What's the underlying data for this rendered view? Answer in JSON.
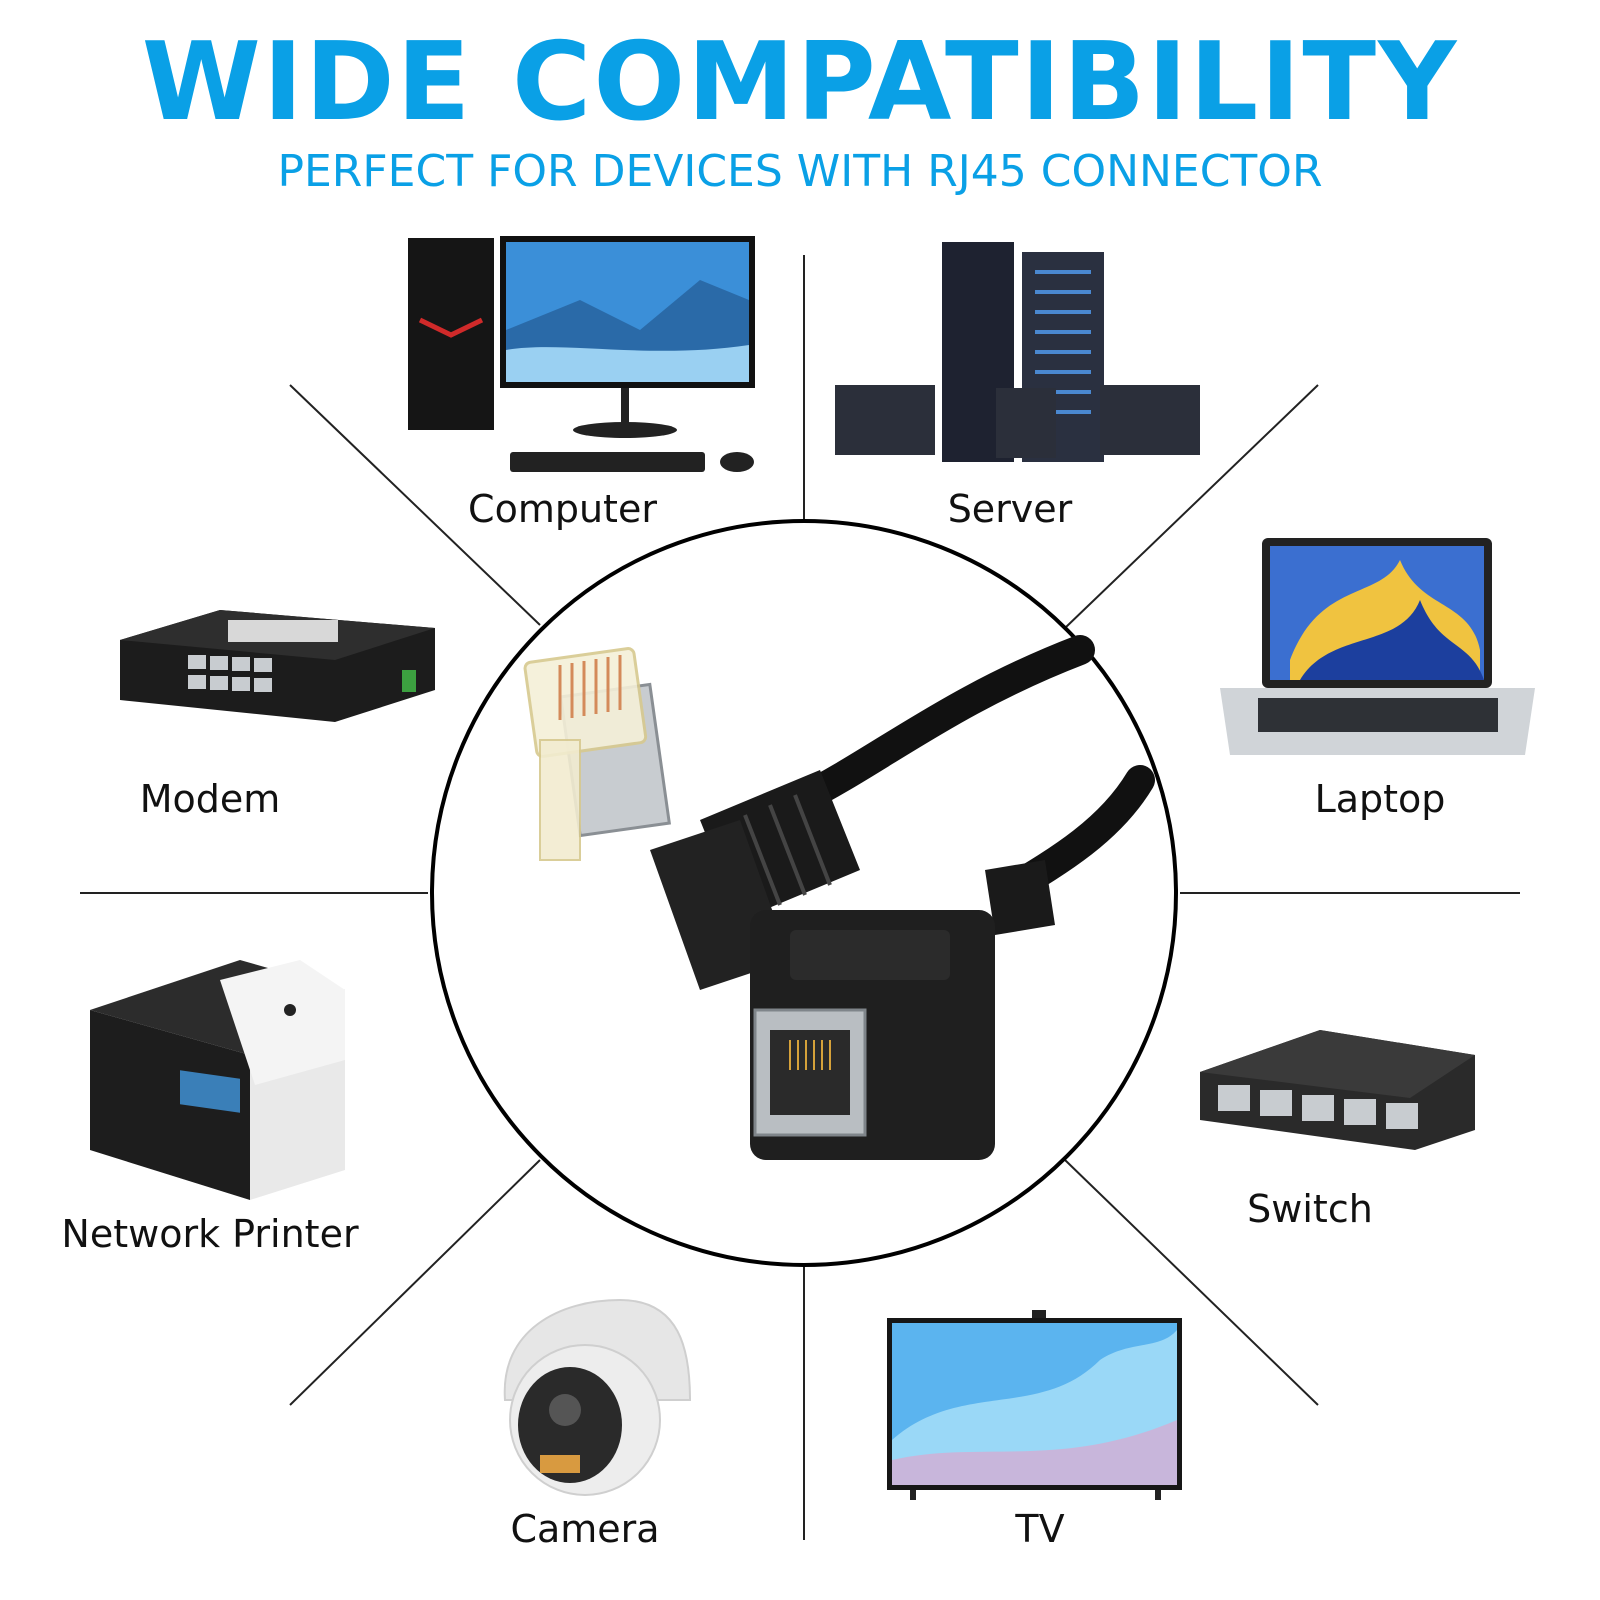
{
  "header": {
    "title": "WIDE COMPATIBILITY",
    "subtitle": "PERFECT FOR DEVICES WITH RJ45 CONNECTOR"
  },
  "devices": [
    {
      "label": "Computer",
      "icon": "computer-icon"
    },
    {
      "label": "Server",
      "icon": "server-icon"
    },
    {
      "label": "Laptop",
      "icon": "laptop-icon"
    },
    {
      "label": "Switch",
      "icon": "switch-icon"
    },
    {
      "label": "TV",
      "icon": "tv-icon"
    },
    {
      "label": "Camera",
      "icon": "camera-icon"
    },
    {
      "label": "Network Printer",
      "icon": "printer-icon"
    },
    {
      "label": "Modem",
      "icon": "modem-icon"
    }
  ],
  "center": {
    "icon": "rj45-cable-icon"
  },
  "colors": {
    "accent": "#0aa0e6",
    "line": "#222222",
    "device_dark": "#1c1c1c",
    "screen_blue": "#3b8fd8"
  }
}
